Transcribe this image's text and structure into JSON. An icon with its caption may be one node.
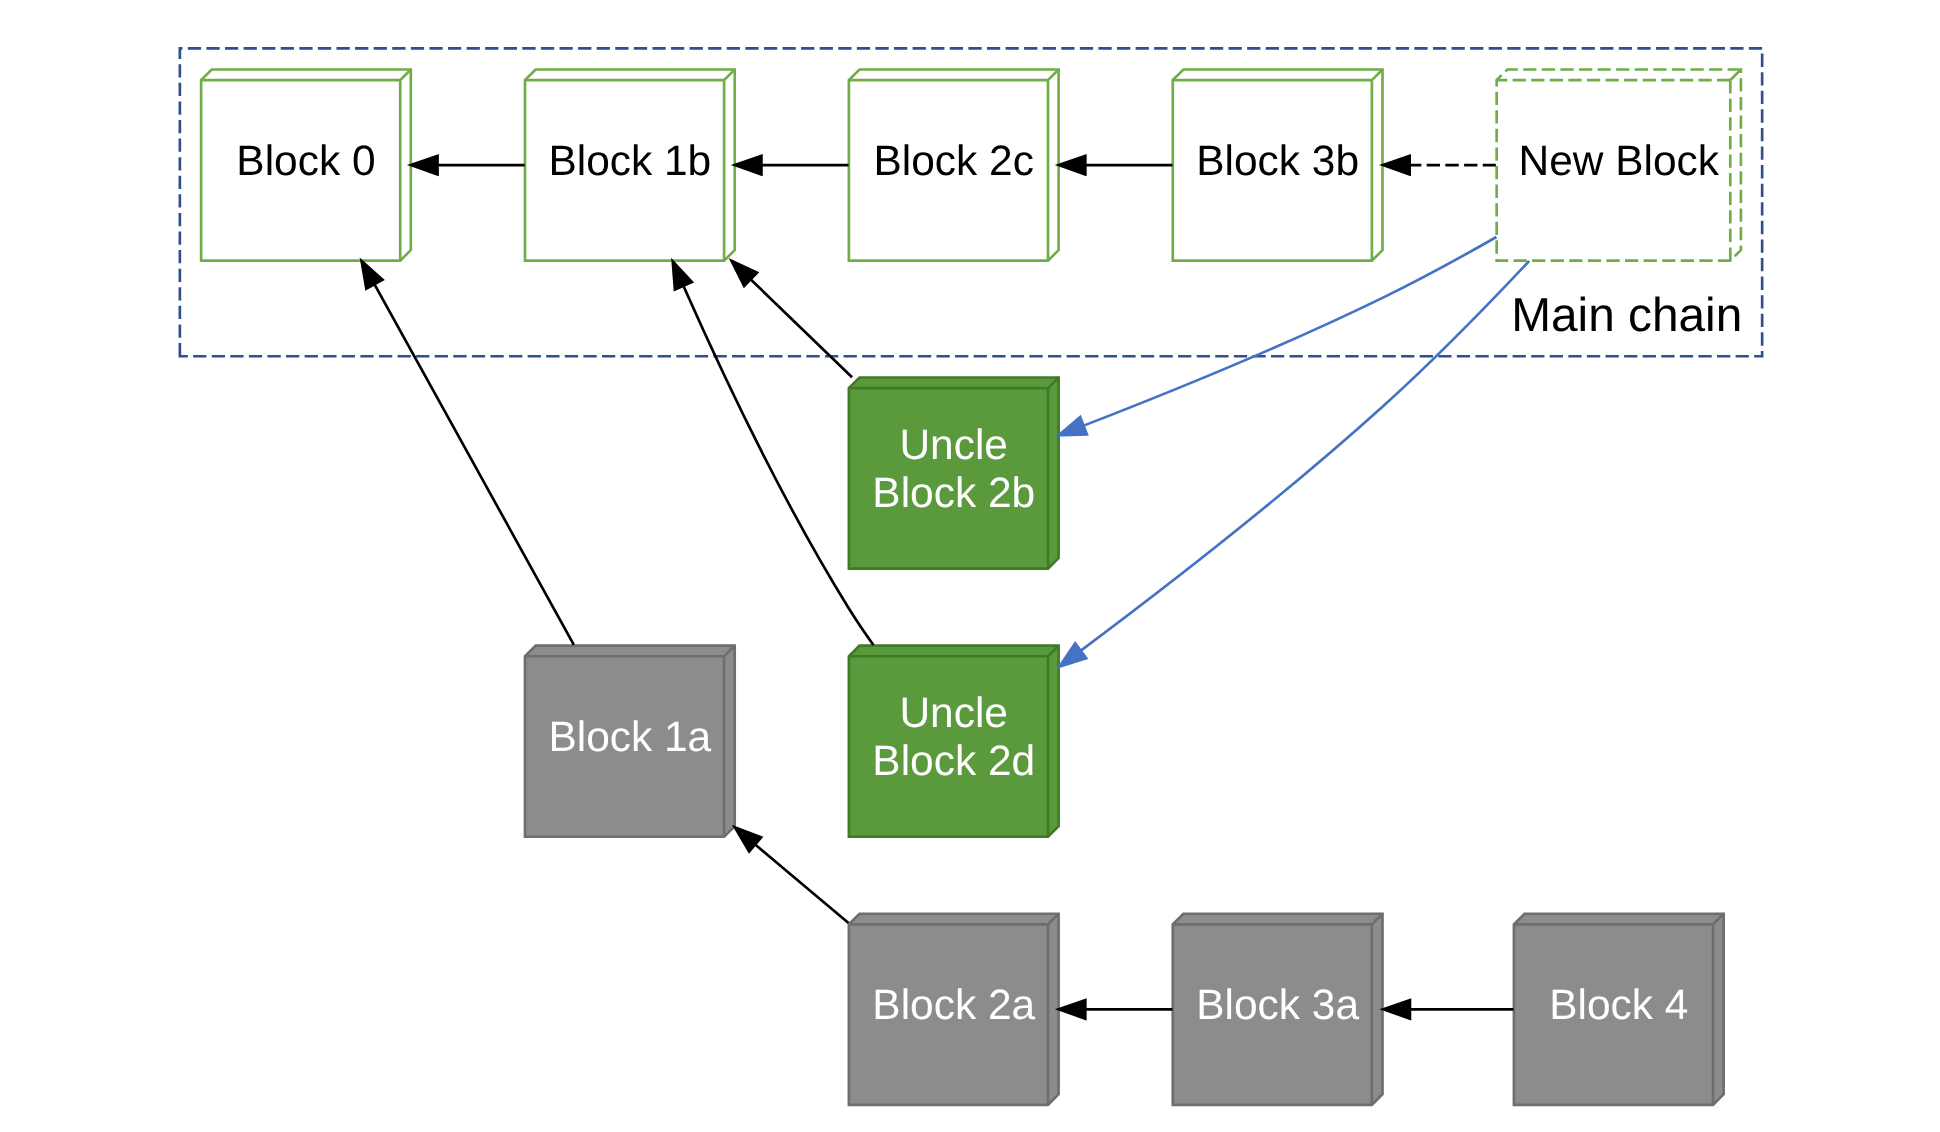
{
  "diagram": {
    "nodes": [
      {
        "text": [
          "Main chain"
        ]
      },
      {
        "text": [
          "Block 1a"
        ]
      },
      {
        "text": [
          "Block 2a"
        ]
      },
      {
        "text": [
          "Block 3a"
        ]
      },
      {
        "text": [
          "Block 4"
        ]
      },
      {
        "text": [
          "Uncle",
          "Block 2b"
        ]
      },
      {
        "text": [
          "Block 0"
        ],
        "in": 0
      },
      {
        "text": [
          "Block 1b"
        ],
        "in": 0
      },
      {
        "text": [
          "Block 2c"
        ],
        "in": 0
      },
      {
        "text": [
          "Block 3b"
        ],
        "in": 0
      },
      {
        "text": [
          "New Block"
        ],
        "in": 0
      },
      {
        "text": [
          "Uncle",
          "Block 2d"
        ]
      }
    ],
    "edges": [
      {
        "from": 2,
        "to": 1,
        "arrow": "to"
      },
      {
        "from": 3,
        "to": 2,
        "arrow": "to"
      },
      {
        "from": 4,
        "to": 3,
        "arrow": "to"
      },
      {
        "from": 1,
        "to": 6,
        "arrow": "to"
      },
      {
        "from": 5,
        "to": 7,
        "arrow": "to"
      },
      {
        "from": 7,
        "to": 6,
        "arrow": "to"
      },
      {
        "from": 8,
        "to": 7,
        "arrow": "to"
      },
      {
        "from": 9,
        "to": 8,
        "arrow": "to"
      },
      {
        "from": 10,
        "to": 9,
        "arrow": "to",
        "style": "dashed"
      },
      {
        "from": 10,
        "to": 5,
        "arrow": "to",
        "color": "#4472c4"
      },
      {
        "from": 10,
        "to": 11,
        "arrow": "to",
        "color": "#4472c4"
      },
      {
        "from": 11,
        "to": 7,
        "arrow": "to"
      }
    ]
  }
}
